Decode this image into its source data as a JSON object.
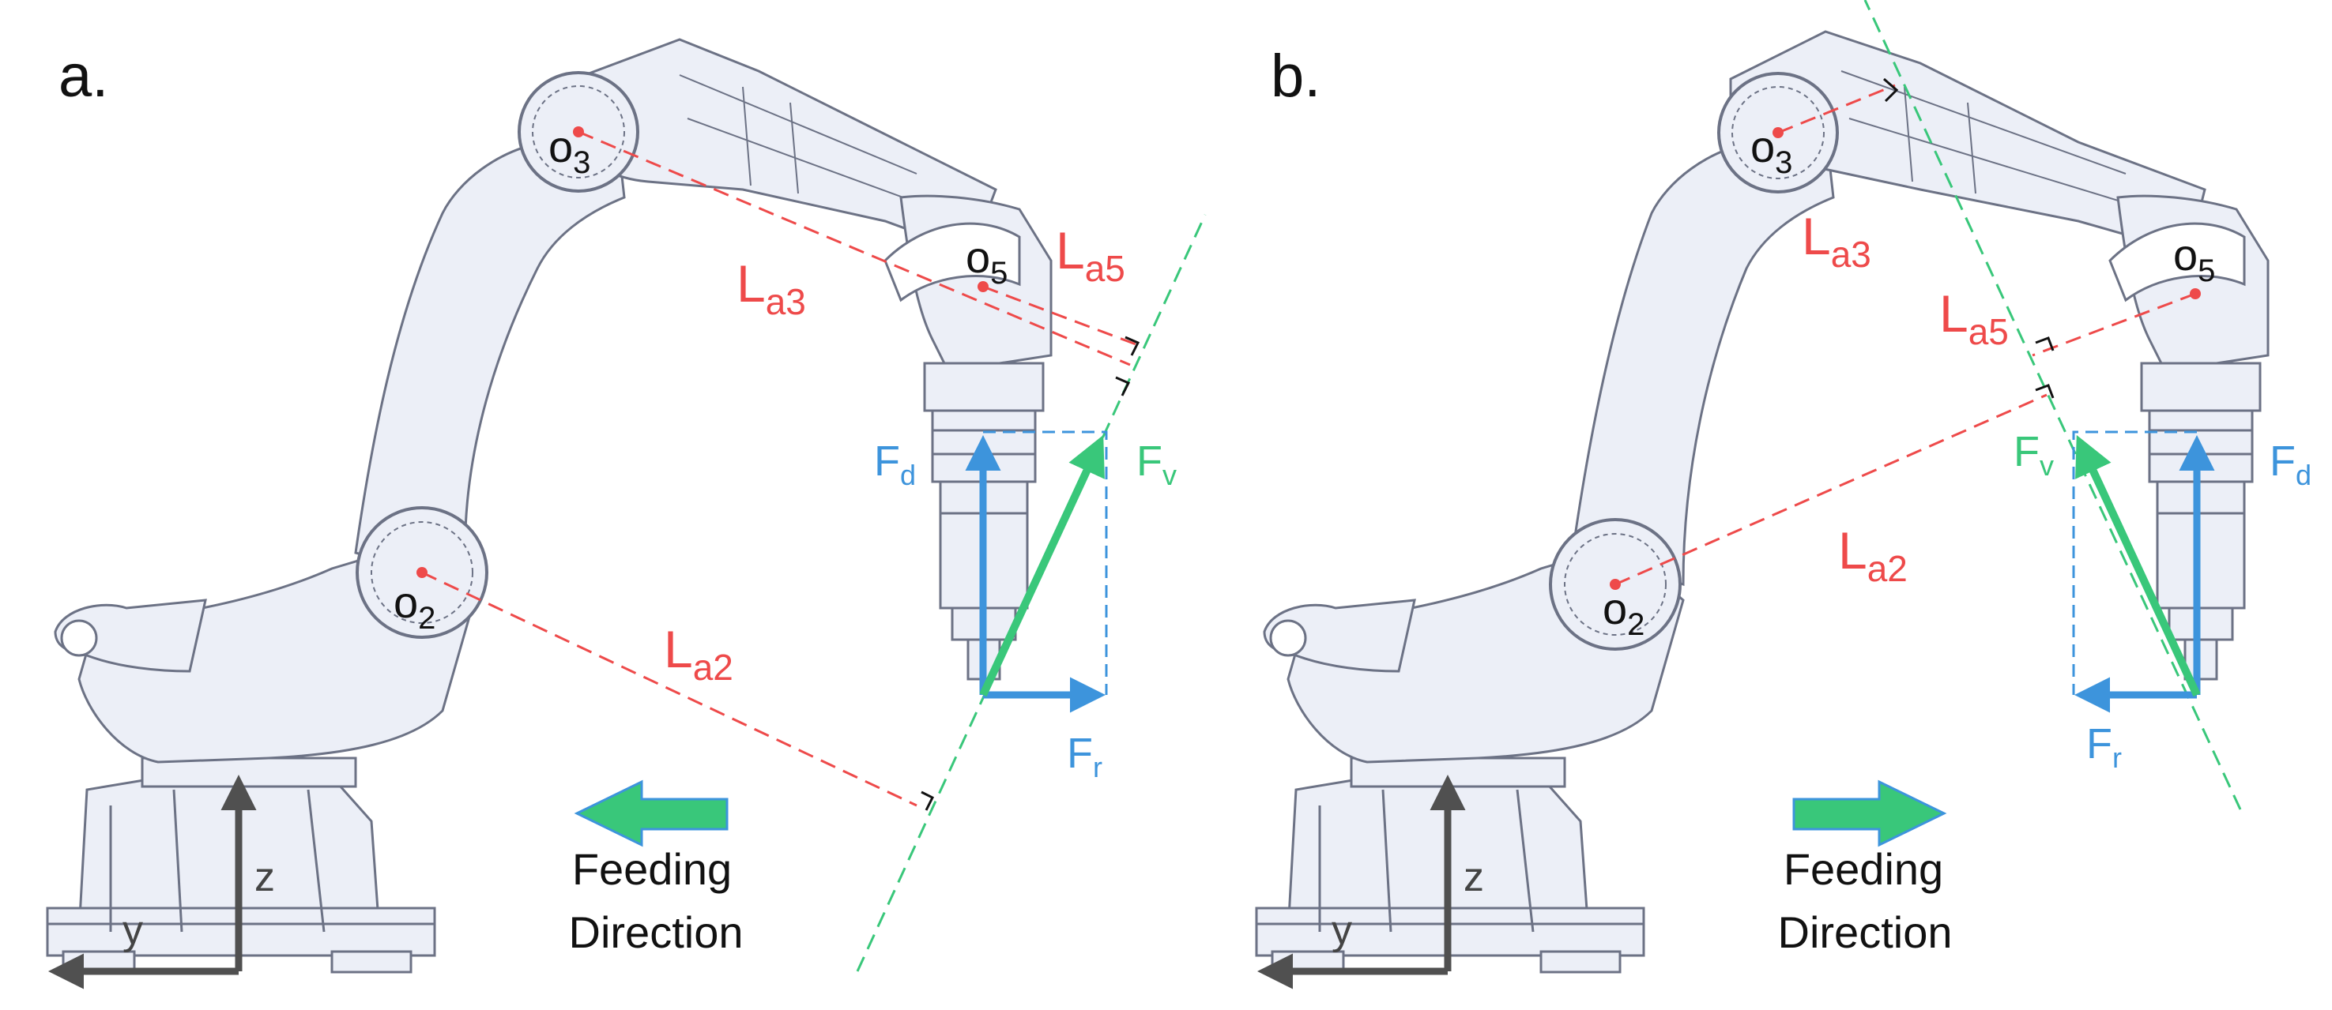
{
  "colors": {
    "red": "#ee4a4a",
    "green": "#39c77a",
    "blue": "#3d94dc",
    "axis": "#505050",
    "robot_fill": "#eceff7",
    "robot_edge": "#6c7285"
  },
  "panels": [
    {
      "label": "a.",
      "joints": {
        "o2": {
          "main": "o",
          "sub": "2"
        },
        "o3": {
          "main": "o",
          "sub": "3"
        },
        "o5": {
          "main": "o",
          "sub": "5"
        }
      },
      "levers": {
        "la2": {
          "main": "L",
          "sub": "a2"
        },
        "la3": {
          "main": "L",
          "sub": "a3"
        },
        "la5": {
          "main": "L",
          "sub": "a5"
        }
      },
      "forces": {
        "fd": {
          "main": "F",
          "sub": "d"
        },
        "fv": {
          "main": "F",
          "sub": "v"
        },
        "fr": {
          "main": "F",
          "sub": "r"
        }
      },
      "axes": {
        "z": "z",
        "y": "y"
      },
      "feeding": {
        "line1": "Feeding",
        "line2": "Direction",
        "arrow": "left-arrow"
      }
    },
    {
      "label": "b.",
      "joints": {
        "o2": {
          "main": "o",
          "sub": "2"
        },
        "o3": {
          "main": "o",
          "sub": "3"
        },
        "o5": {
          "main": "o",
          "sub": "5"
        }
      },
      "levers": {
        "la2": {
          "main": "L",
          "sub": "a2"
        },
        "la3": {
          "main": "L",
          "sub": "a3"
        },
        "la5": {
          "main": "L",
          "sub": "a5"
        }
      },
      "forces": {
        "fd": {
          "main": "F",
          "sub": "d"
        },
        "fv": {
          "main": "F",
          "sub": "v"
        },
        "fr": {
          "main": "F",
          "sub": "r"
        }
      },
      "axes": {
        "z": "z",
        "y": "y"
      },
      "feeding": {
        "line1": "Feeding",
        "line2": "Direction",
        "arrow": "right-arrow"
      }
    }
  ]
}
